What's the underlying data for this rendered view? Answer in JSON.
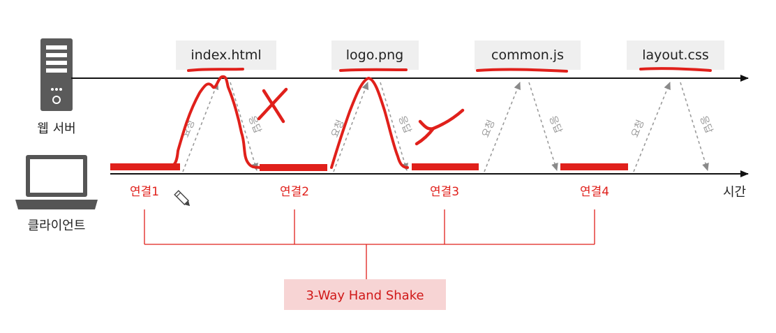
{
  "server": {
    "label": "웹 서버",
    "icon": "server-icon"
  },
  "client": {
    "label": "클라이언트",
    "icon": "laptop-icon"
  },
  "time_label": "시간",
  "files": [
    {
      "name": "index.html"
    },
    {
      "name": "logo.png"
    },
    {
      "name": "common.js"
    },
    {
      "name": "layout.css"
    }
  ],
  "connections": [
    "연결1",
    "연결2",
    "연결3",
    "연결4"
  ],
  "request_label": "요청",
  "response_label": "응답",
  "handshake_label": "3-Way Hand Shake",
  "annotations": {
    "cross_mark": "X",
    "check_mark": "Y"
  },
  "colors": {
    "accent_red": "#e0201b",
    "handshake_bg": "#f7d4d4",
    "handshake_text": "#d01818",
    "file_box_bg": "#efefef",
    "arrow_gray": "#9a9a9a",
    "timeline": "#111111"
  }
}
